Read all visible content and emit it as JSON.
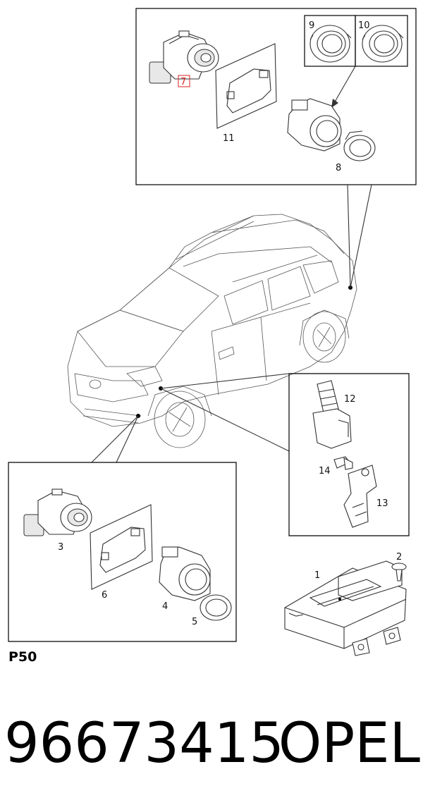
{
  "callouts": {
    "p1": "1",
    "p2": "2",
    "p3": "3",
    "p4": "4",
    "p5": "5",
    "p6": "6",
    "p7": "7",
    "p8": "8",
    "p9": "9",
    "p10": "10",
    "p11": "11",
    "p12": "12",
    "p13": "13",
    "p14": "14"
  },
  "group_label": "P50",
  "part_number": "96673415",
  "brand": "OPEL",
  "colors": {
    "highlight": "#dd2222",
    "line": "#333333"
  }
}
